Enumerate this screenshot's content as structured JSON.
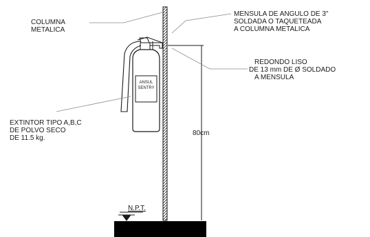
{
  "labels": {
    "columna": [
      "COLUMNA",
      "METALICA"
    ],
    "mensula": [
      "MENSULA DE ANGULO DE 3\"",
      "SOLDADA O TAQUETEADA",
      "A COLUMNA METALICA"
    ],
    "redondo": [
      "REDONDO LISO",
      "DE 13 mm DE Ø SOLDADO",
      "A MENSULA"
    ],
    "extintor": [
      "EXTINTOR TIPO A,B,C",
      "DE POLVO SECO",
      "DE 11.5 kg."
    ],
    "height": "80cm",
    "npt": "N.P.T."
  },
  "extinguisher_label": [
    "ANSUL",
    "SENTRY"
  ],
  "colors": {
    "ink": "#1a1a1a",
    "leader": "#8a8a8a",
    "floor": "#000000"
  }
}
